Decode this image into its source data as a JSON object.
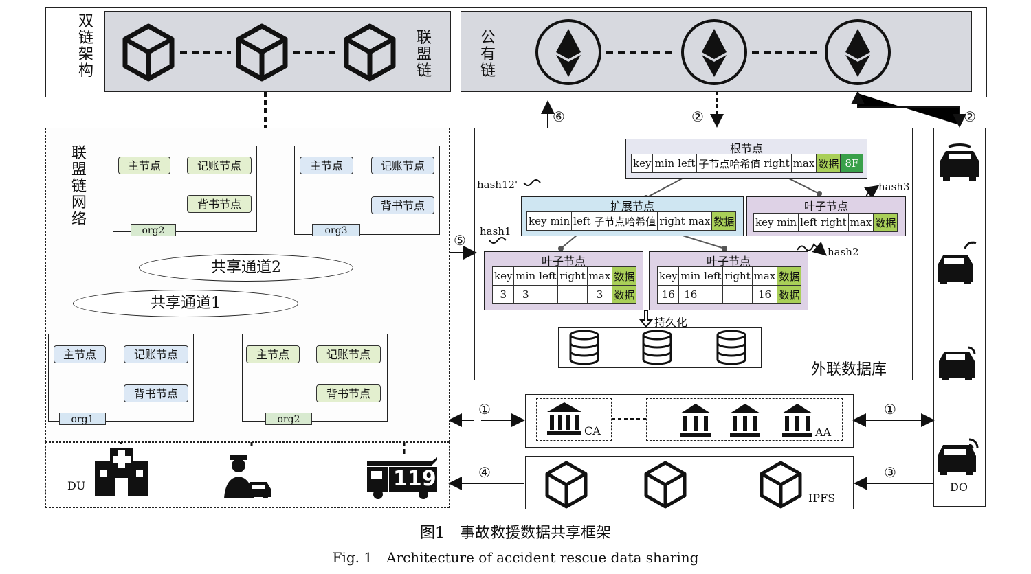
{
  "top": {
    "arch_label": "双链架构",
    "consortium_label": "联盟链",
    "public_label": "公有链"
  },
  "consortium_net": {
    "label": "联盟链网络",
    "channel1": "共享通道1",
    "channel2": "共享通道2",
    "orgs": [
      {
        "master": "主节点",
        "ledger": "记账节点",
        "endorse": "背书节点",
        "org": "org2"
      },
      {
        "master": "主节点",
        "ledger": "记账节点",
        "endorse": "背书节点",
        "org": "org3"
      },
      {
        "master": "主节点",
        "ledger": "记账节点",
        "endorse": "背书节点",
        "org": "org1"
      },
      {
        "master": "主节点",
        "ledger": "记账节点",
        "endorse": "背书节点",
        "org": "org2"
      }
    ]
  },
  "db": {
    "label": "外联数据库",
    "persist": "持久化",
    "root": {
      "title": "根节点",
      "cells": [
        "key",
        "min",
        "left",
        "子节点哈希值",
        "right",
        "max",
        "数据",
        "8F"
      ]
    },
    "ext": {
      "title": "扩展节点",
      "cells": [
        "key",
        "min",
        "left",
        "子节点哈希值",
        "right",
        "max",
        "数据"
      ]
    },
    "leaf_right": {
      "title": "叶子节点",
      "cells": [
        "key",
        "min",
        "left",
        "right",
        "max",
        "数据"
      ]
    },
    "leaf1": {
      "title": "叶子节点",
      "header": [
        "key",
        "min",
        "left",
        "right",
        "max",
        "数据"
      ],
      "row": [
        "3",
        "3",
        "",
        "",
        "3",
        "数据"
      ]
    },
    "leaf2": {
      "title": "叶子节点",
      "header": [
        "key",
        "min",
        "left",
        "right",
        "max",
        "数据"
      ],
      "row": [
        "16",
        "16",
        "",
        "",
        "16",
        "数据"
      ]
    },
    "hashes": {
      "h12": "hash12'",
      "h3": "hash3",
      "h1": "hash1",
      "h2": "hash2"
    }
  },
  "authority": {
    "ca": "CA",
    "aa": "AA"
  },
  "ipfs": {
    "label": "IPFS"
  },
  "users": {
    "du": "DU",
    "do": "DO",
    "fire_number": "119"
  },
  "steps": {
    "s1": "①",
    "s2": "②",
    "s3": "③",
    "s4": "④",
    "s5": "⑤",
    "s6": "⑥"
  },
  "caption": {
    "cn": "图1　事故救援数据共享框架",
    "en": "Fig. 1　Architecture of accident rescue data sharing"
  }
}
